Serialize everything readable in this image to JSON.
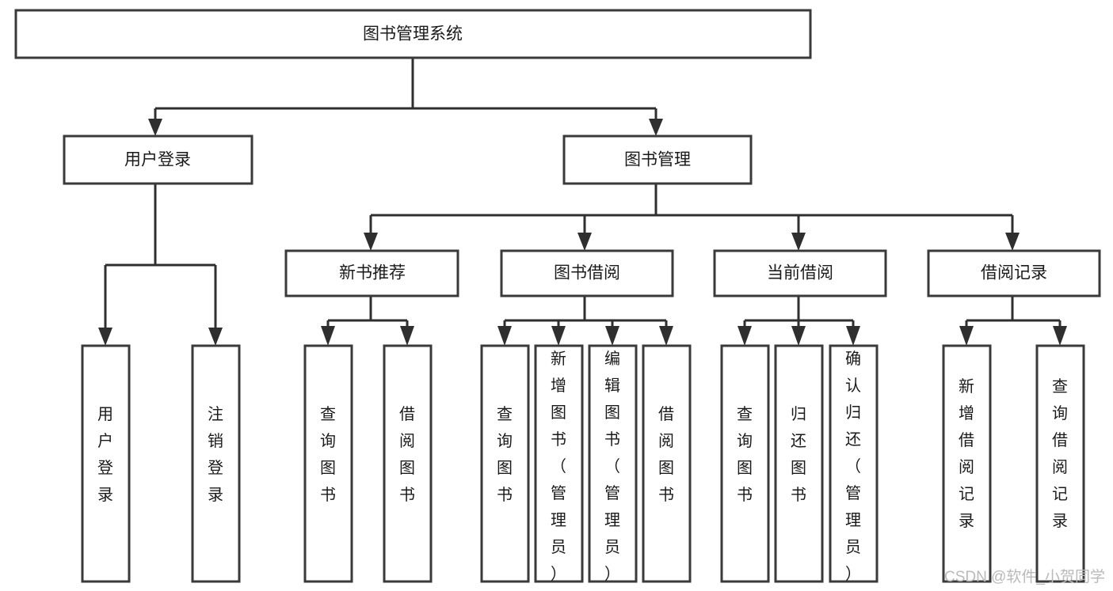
{
  "diagram": {
    "title": "图书管理系统",
    "type": "hierarchy-tree",
    "root": {
      "id": "root",
      "label": "图书管理系统"
    },
    "level1": [
      {
        "id": "user-login",
        "label": "用户登录"
      },
      {
        "id": "book-management",
        "label": "图书管理"
      }
    ],
    "level2": [
      {
        "id": "new-book-recommend",
        "label": "新书推荐",
        "parent": "book-management"
      },
      {
        "id": "book-borrow",
        "label": "图书借阅",
        "parent": "book-management"
      },
      {
        "id": "current-borrow",
        "label": "当前借阅",
        "parent": "book-management"
      },
      {
        "id": "borrow-record",
        "label": "借阅记录",
        "parent": "book-management"
      }
    ],
    "leaves": {
      "user-login": [
        {
          "id": "leaf-user-login",
          "label": "用户登录"
        },
        {
          "id": "leaf-logout",
          "label": "注销登录"
        }
      ],
      "new-book-recommend": [
        {
          "id": "leaf-query-book-1",
          "label": "查询图书"
        },
        {
          "id": "leaf-borrow-book-1",
          "label": "借阅图书"
        }
      ],
      "book-borrow": [
        {
          "id": "leaf-query-book-2",
          "label": "查询图书"
        },
        {
          "id": "leaf-add-book",
          "label": "新增图书（管理员）"
        },
        {
          "id": "leaf-edit-book",
          "label": "编辑图书（管理员）"
        },
        {
          "id": "leaf-borrow-book-2",
          "label": "借阅图书"
        }
      ],
      "current-borrow": [
        {
          "id": "leaf-query-book-3",
          "label": "查询图书"
        },
        {
          "id": "leaf-return-book",
          "label": "归还图书"
        },
        {
          "id": "leaf-confirm-return",
          "label": "确认归还（管理员）"
        }
      ],
      "borrow-record": [
        {
          "id": "leaf-add-record",
          "label": "新增借阅记录"
        },
        {
          "id": "leaf-query-record",
          "label": "查询借阅记录"
        }
      ]
    }
  },
  "watermark": {
    "text": "CSDN @软件_小贺同学"
  },
  "colors": {
    "box_stroke": "#3a3a3a",
    "connector": "#2f2f2f",
    "text": "#1a1a1a",
    "background": "#ffffff",
    "watermark": "#b9b9b9"
  }
}
